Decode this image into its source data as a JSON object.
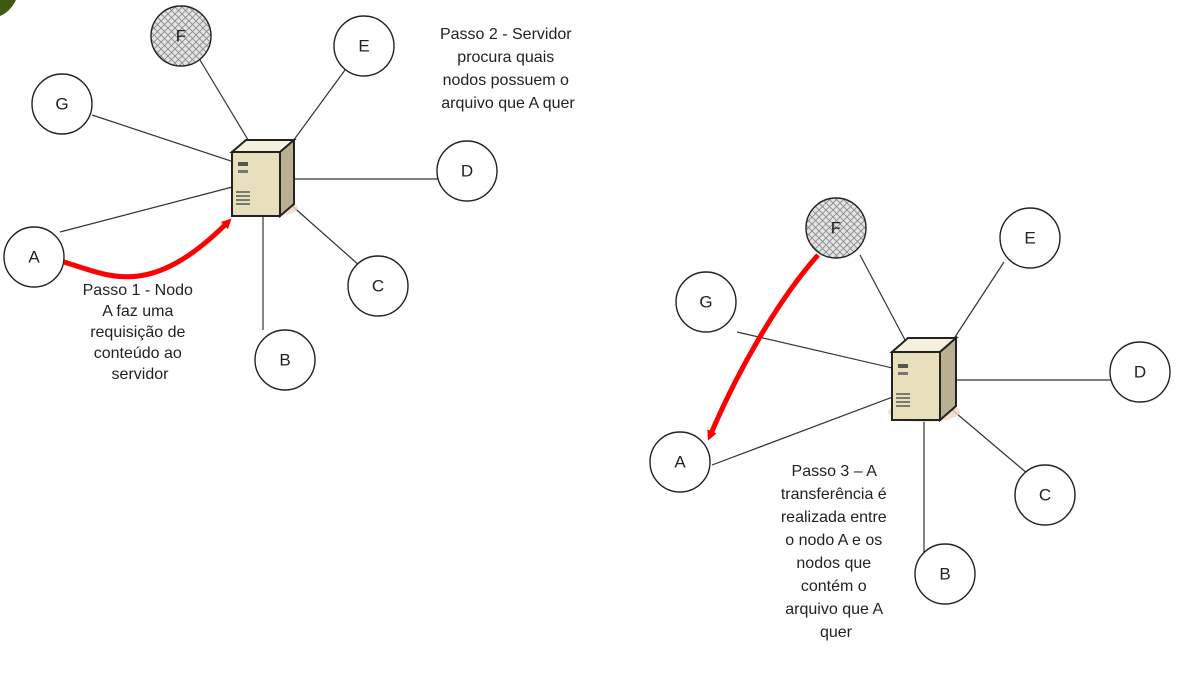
{
  "diagram": {
    "colors": {
      "arrow": "#ff0000",
      "node_stroke": "#222222",
      "edge": "#333333",
      "server_light": "#f4eed6",
      "server_dark": "#b9b091",
      "corner_mark": "#3d5a12"
    },
    "panels": [
      {
        "id": "step-1-2",
        "server_icon": "server-icon",
        "nodes": [
          {
            "label": "A",
            "style": "plain"
          },
          {
            "label": "B",
            "style": "plain"
          },
          {
            "label": "C",
            "style": "plain"
          },
          {
            "label": "D",
            "style": "plain"
          },
          {
            "label": "E",
            "style": "plain"
          },
          {
            "label": "F",
            "style": "hatched"
          },
          {
            "label": "G",
            "style": "plain"
          }
        ],
        "captions": [
          {
            "lines": [
              "Passo 1 - Nodo",
              "A faz uma",
              "requisição de",
              "conteúdo ao",
              "servidor"
            ]
          },
          {
            "lines": [
              "Passo 2 - Servidor",
              "procura quais",
              "nodos possuem o",
              "arquivo que A quer"
            ]
          }
        ],
        "arrow": {
          "from": "A",
          "to": "server"
        }
      },
      {
        "id": "step-3",
        "server_icon": "server-icon",
        "nodes": [
          {
            "label": "A",
            "style": "plain"
          },
          {
            "label": "B",
            "style": "plain"
          },
          {
            "label": "C",
            "style": "plain"
          },
          {
            "label": "D",
            "style": "plain"
          },
          {
            "label": "E",
            "style": "plain"
          },
          {
            "label": "F",
            "style": "hatched"
          },
          {
            "label": "G",
            "style": "plain"
          }
        ],
        "captions": [
          {
            "lines": [
              "Passo 3 – A",
              "transferência é",
              "realizada entre",
              "o nodo A e os",
              "nodos que",
              "contém o",
              "arquivo que A",
              "quer"
            ]
          }
        ],
        "arrow": {
          "from": "F",
          "to": "A"
        }
      }
    ]
  }
}
